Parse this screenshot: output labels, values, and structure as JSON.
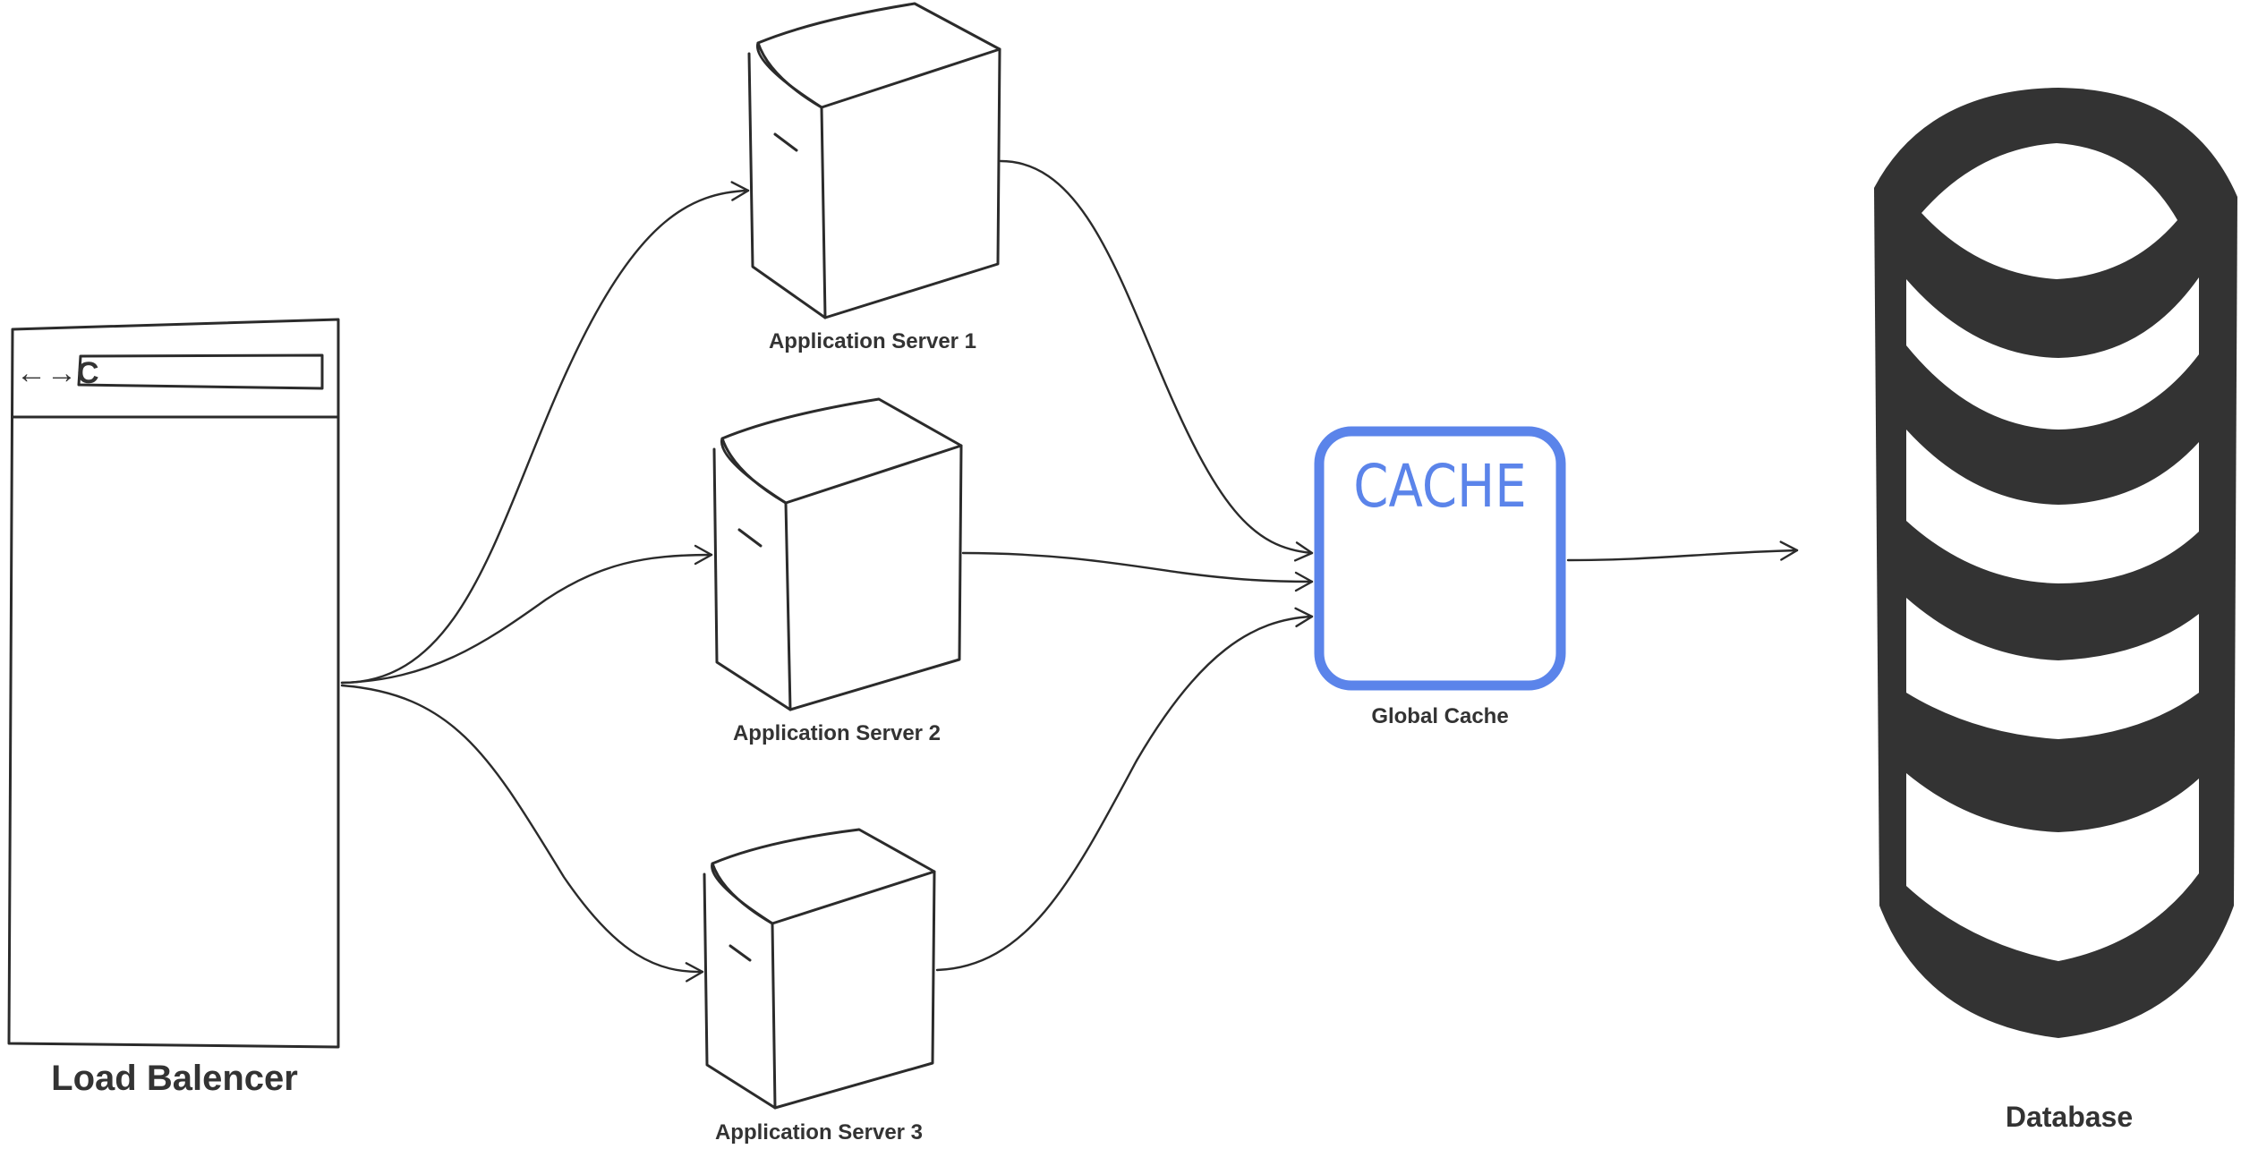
{
  "load_balancer": {
    "label": "Load Balencer",
    "nav_glyphs": "←→C"
  },
  "servers": [
    {
      "label": "Application Server 1"
    },
    {
      "label": "Application Server 2"
    },
    {
      "label": "Application Server 3"
    }
  ],
  "cache": {
    "title": "CACHE",
    "label": "Global Cache",
    "color": "#5b84ea"
  },
  "database": {
    "label": "Database",
    "color": "#333333"
  }
}
